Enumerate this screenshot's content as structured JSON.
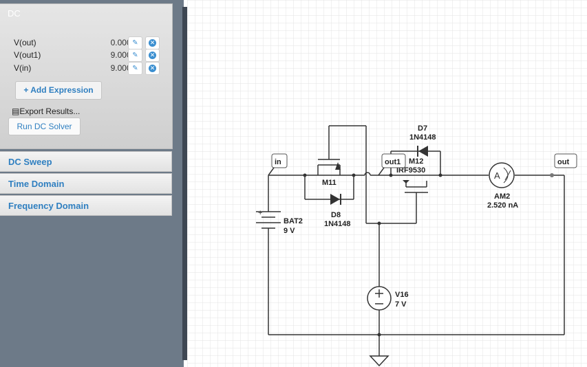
{
  "panel": {
    "title": "DC",
    "expressions": [
      {
        "name": "V(out)",
        "value": "0.000 V"
      },
      {
        "name": "V(out1)",
        "value": "9.000 V"
      },
      {
        "name": "V(in)",
        "value": "9.000 V"
      }
    ],
    "add_expression_label": "Add Expression",
    "export_label": "Export Results...",
    "run_label": "Run DC Solver"
  },
  "sections": {
    "dc_sweep": "DC Sweep",
    "time_domain": "Time Domain",
    "frequency_domain": "Frequency Domain"
  },
  "schematic": {
    "pins": {
      "in": "in",
      "out1": "out1",
      "out": "out"
    },
    "battery": {
      "name": "BAT2",
      "value": "9 V"
    },
    "mosfet1": {
      "name": "M11"
    },
    "mosfet2": {
      "name": "M12",
      "part": "IRF9530"
    },
    "diode_top": {
      "name": "D7",
      "part": "1N4148"
    },
    "diode_bottom": {
      "name": "D8",
      "part": "1N4148"
    },
    "ammeter": {
      "name": "AM2",
      "reading": "2.520 nA",
      "symbol": "A"
    },
    "vsource": {
      "name": "V16",
      "value": "7 V"
    }
  },
  "colors": {
    "sidebar": "#6d7a88",
    "accent": "#2f7fc0",
    "wire": "#333333",
    "grid": "#e3e3e3"
  },
  "icons": [
    "plus-icon",
    "edit-icon",
    "delete-icon",
    "table-icon"
  ]
}
